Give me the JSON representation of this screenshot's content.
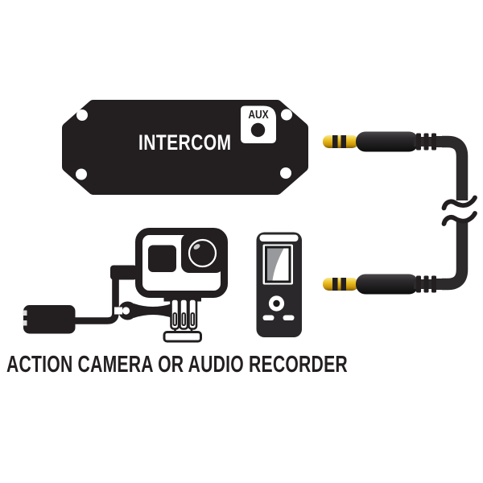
{
  "colors": {
    "background": "#ffffff",
    "ink": "#231f20",
    "cable": "#2d2a2b",
    "recorder_body": "#2a282a",
    "gold_top": "#f7e896",
    "gold_mid": "#ecc01f",
    "gold_low": "#c9940c",
    "gold_dark": "#7d5f04",
    "plug_top": "#4a484a",
    "plug_mid": "#2e2c2e",
    "plug_dark": "#0d0d0d",
    "screen_glare": "#97999c",
    "lens_highlight": "#c9cbcd",
    "contact_marks": "#dcdcdc"
  },
  "intercom": {
    "label": "INTERCOM",
    "aux_port_label": "AUX"
  },
  "caption": {
    "text": "ACTION CAMERA OR AUDIO RECORDER"
  },
  "icons": {
    "intercom_device": "black mounting plate with chamfered corners and four screw holes",
    "aux_port": "white panel with black 3.5mm socket circle",
    "audio_jack": "3.5mm TRS plug with gold tip and black rings",
    "cable_break": "double wavy-line continuation mark",
    "action_camera": "gopro-style action camera on three-prong mount with thumbscrew",
    "audio_recorder": "handheld voice recorder with screen, record button and two pill buttons",
    "adapter_box": "inline adapter box with contact marks",
    "camera_cable": "right-angle cable from adapter box into camera"
  }
}
